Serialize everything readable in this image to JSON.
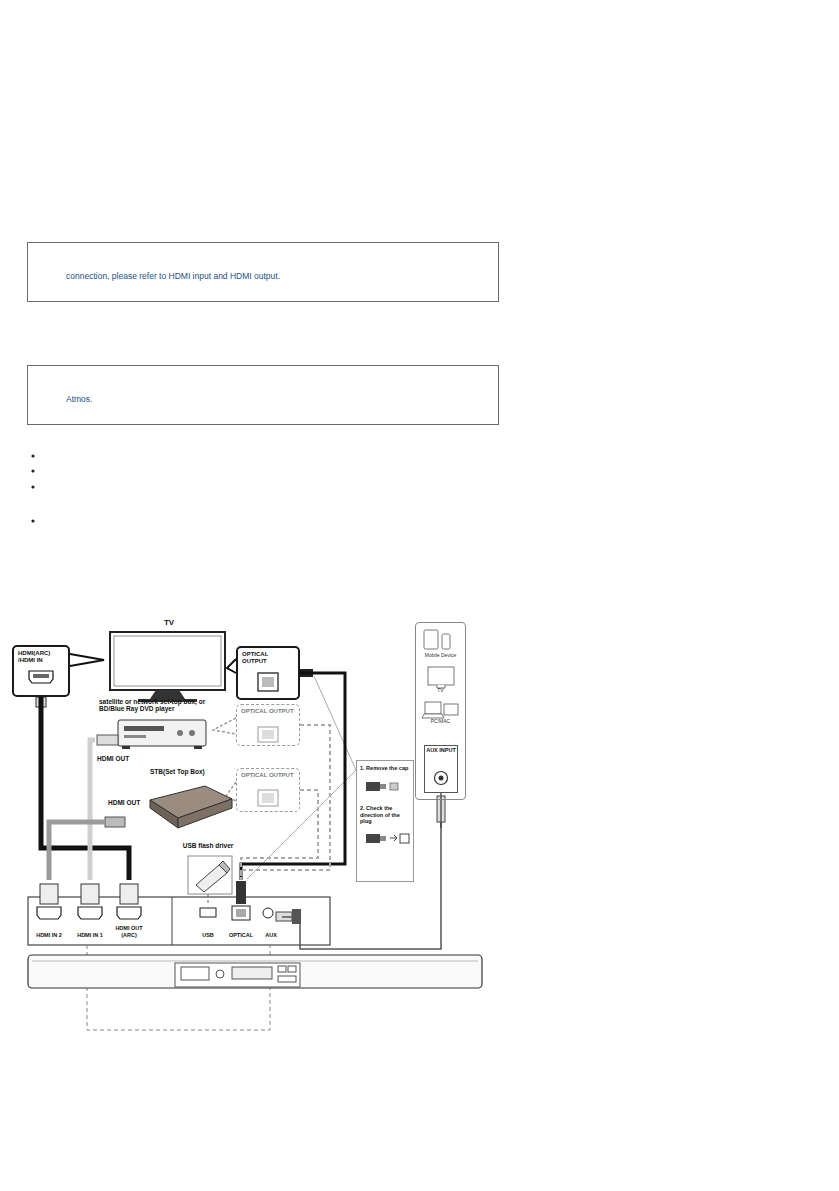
{
  "diagram": {
    "nodes": [
      {
        "text": [
          "connection, please refer to HDMI input and HDMI output."
        ]
      },
      {
        "text": [
          "Atmos."
        ]
      },
      {
        "text": [
          "TV"
        ]
      },
      {
        "text": [
          "HDMI(ARC) /HDMI IN"
        ]
      },
      {
        "text": [
          "OPTICAL OUTPUT"
        ]
      },
      {
        "text": [
          "satellite or network set-top box, or BD/Blue Ray DVD player",
          "HDMI OUT"
        ]
      },
      {
        "text": [
          "OPTICAL OUTPUT"
        ]
      },
      {
        "text": [
          "STB(Set Top Box)",
          "HDMI OUT"
        ]
      },
      {
        "text": [
          "OPTICAL OUTPUT"
        ]
      },
      {
        "text": [
          "USB flash driver"
        ]
      },
      {
        "text": [
          "1. Remove the cap",
          "2. Check the direction of the plug"
        ]
      },
      {
        "text": [
          "Mobile Device",
          "TV",
          "PC/MAC"
        ]
      },
      {
        "text": [
          "AUX INPUT"
        ],
        "in": 11
      },
      {
        "text": [
          "HDMI IN 2"
        ]
      },
      {
        "text": [
          "HDMI IN 1"
        ]
      },
      {
        "text": [
          "HDMI OUT (ARC)"
        ]
      },
      {
        "text": [
          "USB"
        ]
      },
      {
        "text": [
          "OPTICAL"
        ]
      },
      {
        "text": [
          "AUX"
        ]
      }
    ],
    "edges": [
      {
        "from": 3,
        "to": 15,
        "arrow": "none"
      },
      {
        "from": 5,
        "to": 14,
        "arrow": "none"
      },
      {
        "from": 7,
        "to": 13,
        "arrow": "none"
      },
      {
        "from": 4,
        "to": 17,
        "arrow": "none"
      },
      {
        "from": 6,
        "to": 17,
        "arrow": "none"
      },
      {
        "from": 8,
        "to": 17,
        "arrow": "none"
      },
      {
        "from": 9,
        "to": 16,
        "arrow": "none"
      },
      {
        "from": 12,
        "to": 18,
        "arrow": "none"
      }
    ]
  }
}
